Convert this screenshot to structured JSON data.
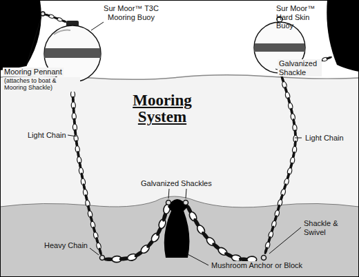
{
  "diagram": {
    "title": "Mooring System",
    "labels": [
      "Sur Moor™ T3C Mooring Buoy",
      "Sur Moor™ Hard Skin Buoy",
      "Mooring Pennant",
      "(attaches to boat & Mooring Shackle)",
      "Light Chain",
      "Galvanized Shackle",
      "Light Chain",
      "Galvanized Shackles",
      "Shackle & Swivel",
      "Heavy Chain",
      "Mushroom Anchor or Block"
    ]
  }
}
